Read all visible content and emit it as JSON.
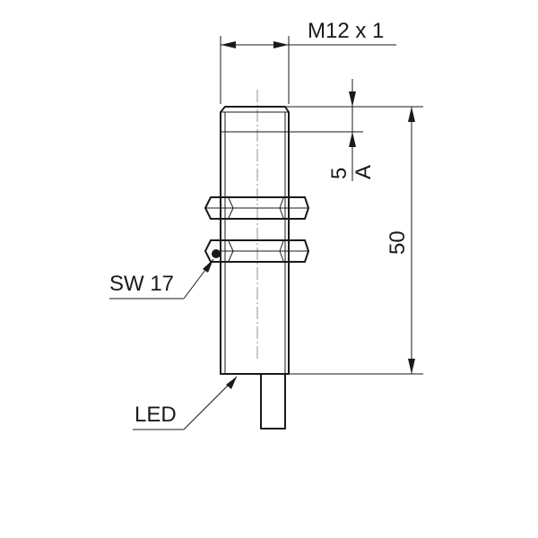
{
  "drawing": {
    "thread_label": "M12 x 1",
    "sensing_offset": "5",
    "sensing_type": "A",
    "length": "50",
    "wrench_size": "SW 17",
    "led_label": "LED",
    "line_color": "#1a1a1a",
    "background": "#ffffff"
  }
}
